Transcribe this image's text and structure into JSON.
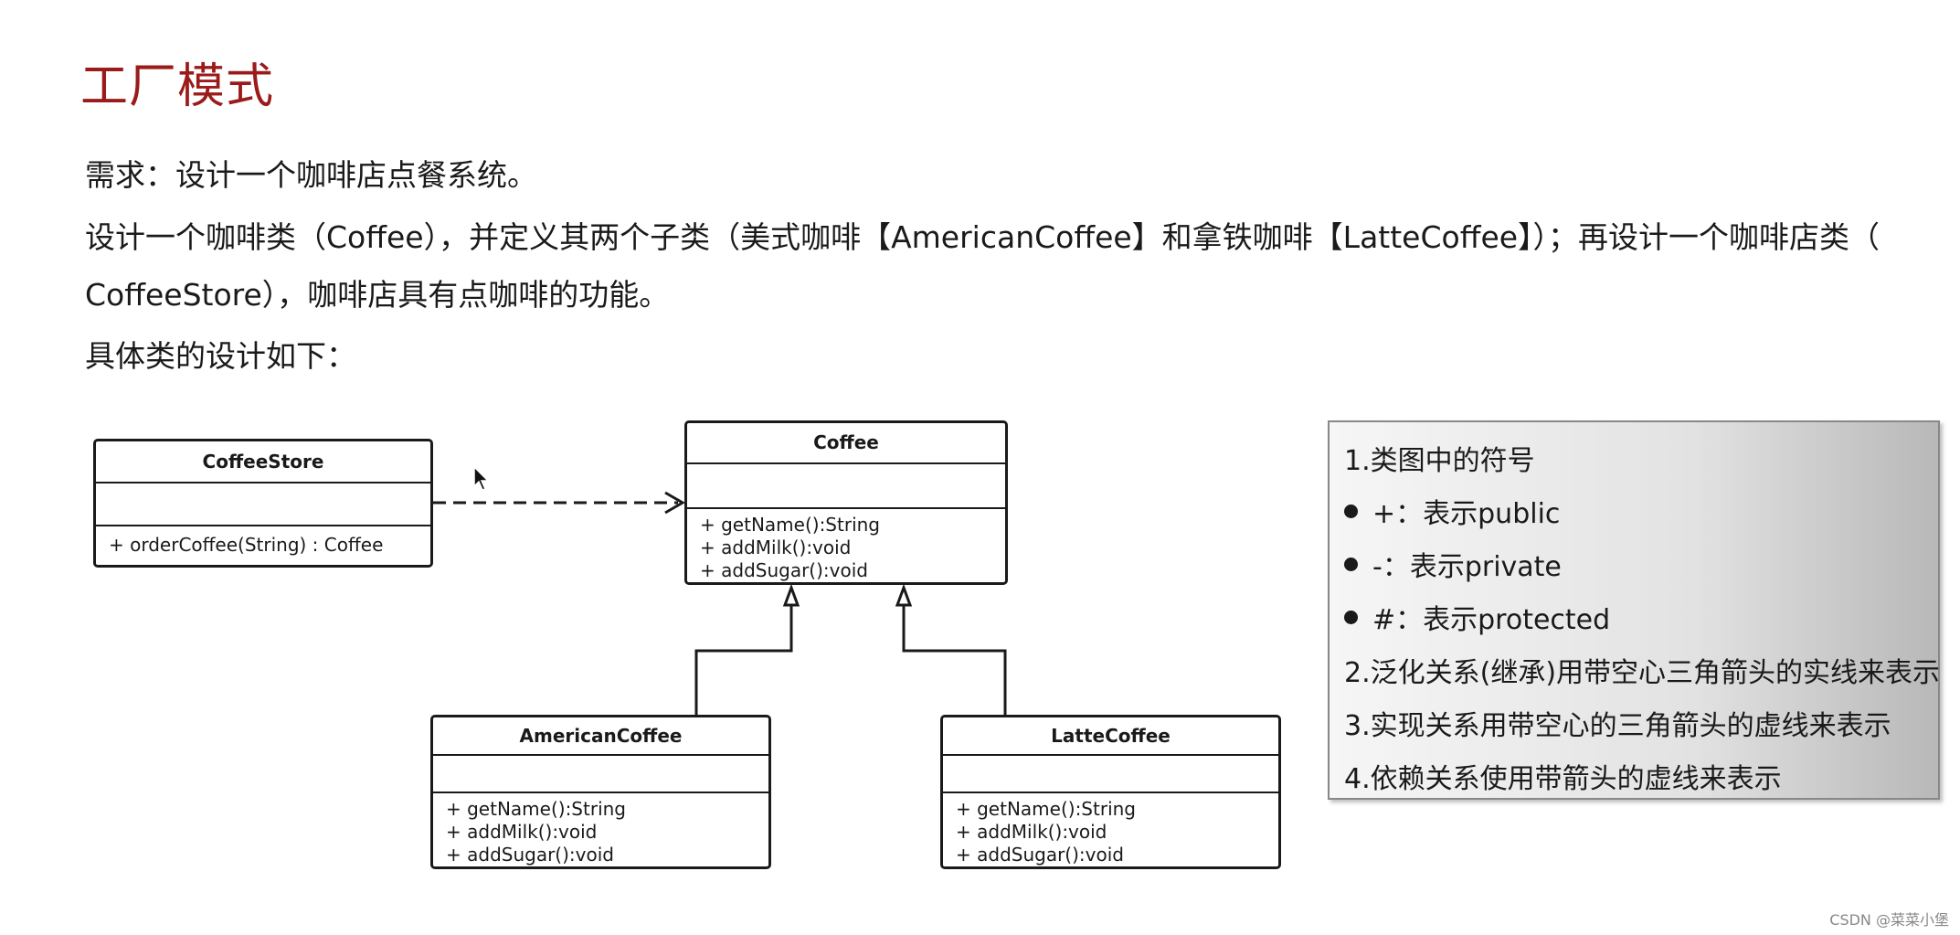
{
  "title": "工厂模式",
  "paragraphs": {
    "requirement": "需求：设计一个咖啡店点餐系统。",
    "design_line1": "设计一个咖啡类（Coffee），并定义其两个子类（美式咖啡【AmericanCoffee】和拿铁咖啡【LatteCoffee】）；再设计一个咖啡店类（",
    "design_line2": "CoffeeStore），咖啡店具有点咖啡的功能。",
    "classes_intro": "具体类的设计如下："
  },
  "diagram": {
    "coffee_store": {
      "name": "CoffeeStore",
      "operations": [
        "+ orderCoffee(String) : Coffee"
      ]
    },
    "coffee": {
      "name": "Coffee",
      "operations": [
        "+ getName():String",
        "+ addMilk():void",
        "+ addSugar():void"
      ]
    },
    "american_coffee": {
      "name": "AmericanCoffee",
      "operations": [
        "+ getName():String",
        "+ addMilk():void",
        "+ addSugar():void"
      ]
    },
    "latte_coffee": {
      "name": "LatteCoffee",
      "operations": [
        "+ getName():String",
        "+ addMilk():void",
        "+ addSugar():void"
      ]
    }
  },
  "legend": {
    "heading": "1.类图中的符号",
    "symbol_public": "+：表示public",
    "symbol_private": "-：表示private",
    "symbol_protected": "#：表示protected",
    "generalization": "2.泛化关系(继承)用带空心三角箭头的实线来表示",
    "realization": "3.实现关系用带空心的三角箭头的虚线来表示",
    "dependency": "4.依赖关系使用带箭头的虚线来表示"
  },
  "watermark": "CSDN @菜菜小堡"
}
